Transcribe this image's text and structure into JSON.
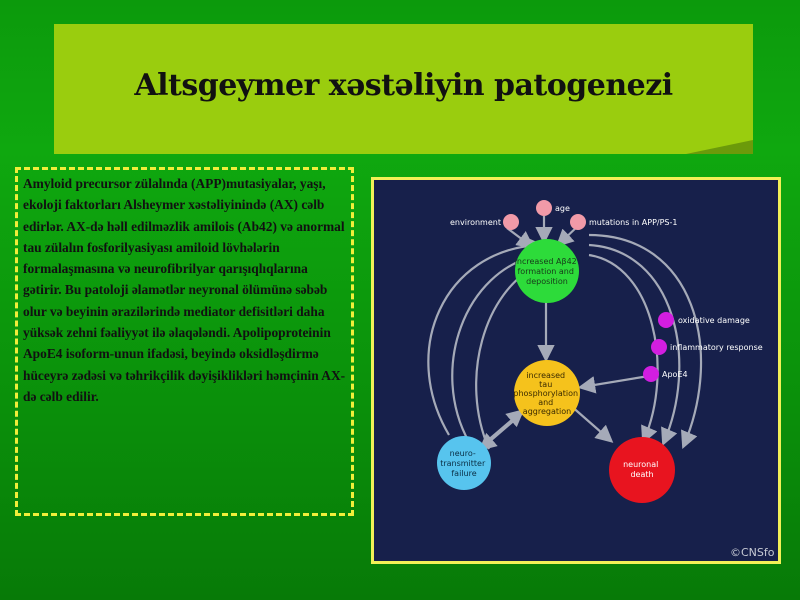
{
  "slide": {
    "title": "Altsgeymer xəstəliyin patogenezi",
    "body_text": "Amyloid precursor zülalında (APP)mutasiyalar, yaşı, ekoloji faktorları Alsheymer xəstəliyinində (AX) cəlb edirlər. AX-də həll edilməzlik amilois (Ab42) və anormal tau zülalın fosforilyasiyası amiloid lövhələrin formalaşmasına və neurofibrilyar qarışıqlıqlarına gətirir. Bu patoloji əlamətlər neyronal ölümünə səbəb olur və beyinin ərazilərində mediator defisitləri daha yüksək zehni fəaliyyət ilə əlaqələndi. Apolipoproteinin ApoE4 isoform-unun ifadəsi, beyində oksidləşdirmə hüceyrə zədəsi və təhrikçilik dəyişiklikləri həmçinin AX-də cəlb edilir."
  },
  "diagram": {
    "inputs": {
      "environment": "environment",
      "age": "age",
      "mutations": "mutations in APP/PS-1"
    },
    "modifiers": {
      "oxidative": "oxidative damage",
      "inflammatory": "inflammatory response",
      "apoe4": "ApoE4"
    },
    "nodes": {
      "abeta": [
        "increased Aβ42",
        "formation and",
        "deposition"
      ],
      "tau": [
        "increased",
        "tau",
        "phosphorylation",
        "and",
        "aggregation"
      ],
      "neuro": [
        "neuro-",
        "transmitter",
        "failure"
      ],
      "death": [
        "neuronal",
        "death"
      ]
    },
    "copyright": "©CNSfo",
    "colors": {
      "background": "#17204b",
      "abeta": "#2ddb3a",
      "tau": "#f5c21c",
      "neuro": "#57c4ee",
      "death": "#e8141f",
      "input_dot": "#f19aa8",
      "modifier_dot": "#d21ee0"
    }
  }
}
